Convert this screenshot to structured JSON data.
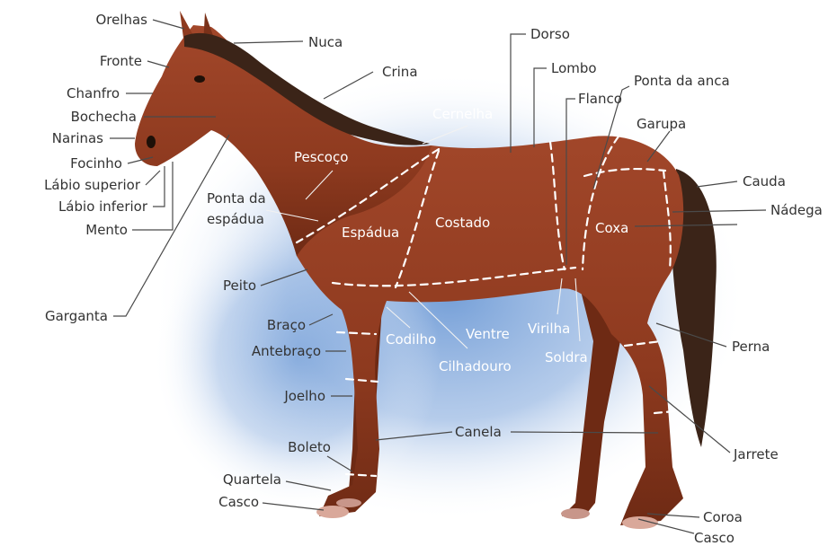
{
  "colors": {
    "coat": "#8e3a1f",
    "coat_dark": "#6e2a14",
    "mane": "#3b2418",
    "hoof": "#d9a89a",
    "sky_blue": "#7ea6d8",
    "label_dark": "#333333",
    "label_light": "#ffffff"
  },
  "labels": {
    "orelhas": "Orelhas",
    "nuca": "Nuca",
    "fronte": "Fronte",
    "crina": "Crina",
    "chanfro": "Chanfro",
    "bochecha": "Bochecha",
    "narinas": "Narinas",
    "focinho": "Focinho",
    "labio_superior": "Lábio superior",
    "labio_inferior": "Lábio inferior",
    "mento": "Mento",
    "garganta": "Garganta",
    "cernelha": "Cernelha",
    "pescoco": "Pescoço",
    "ponta_espadua_1": "Ponta da",
    "ponta_espadua_2": "espádua",
    "espadua": "Espádua",
    "peito": "Peito",
    "braco": "Braço",
    "antebraco": "Antebraço",
    "joelho": "Joelho",
    "boleto": "Boleto",
    "quartela": "Quartela",
    "casco_front": "Casco",
    "dorso": "Dorso",
    "lombo": "Lombo",
    "flanco": "Flanco",
    "ponta_anca": "Ponta da anca",
    "garupa": "Garupa",
    "cauda": "Cauda",
    "nadega": "Nádega",
    "coxa": "Coxa",
    "costado": "Costado",
    "codilho": "Codilho",
    "ventre": "Ventre",
    "virilha": "Virilha",
    "cilhadouro": "Cilhadouro",
    "soldra": "Soldra",
    "perna": "Perna",
    "canela": "Canela",
    "jarrete": "Jarrete",
    "coroa": "Coroa",
    "casco_rear": "Casco"
  }
}
